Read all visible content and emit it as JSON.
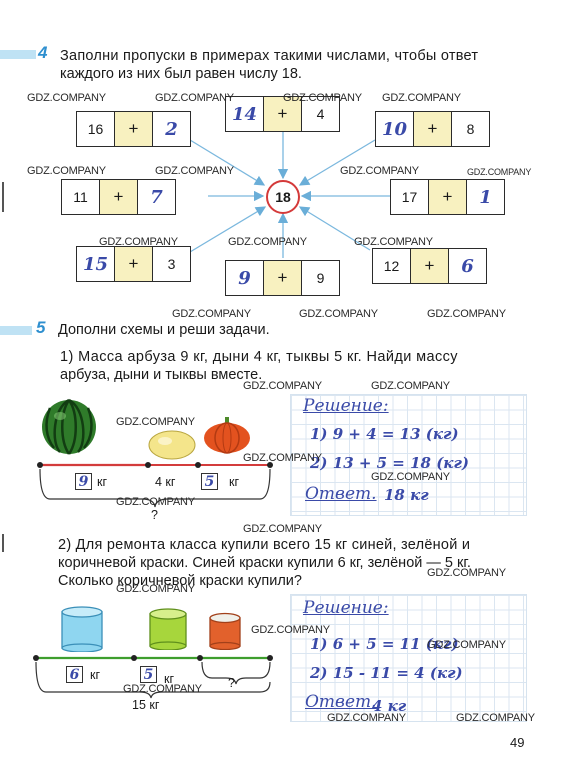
{
  "task4": {
    "number": "4",
    "text_line1": "Заполни пропуски в примерах такими числами, чтобы ответ",
    "text_line2": "каждого из них был равен числу 18.",
    "center": "18",
    "boxes": [
      {
        "a": "16",
        "op": "+",
        "b": "2"
      },
      {
        "a": "14",
        "op": "+",
        "b": "4"
      },
      {
        "a": "10",
        "op": "+",
        "b": "8"
      },
      {
        "a": "11",
        "op": "+",
        "b": "7"
      },
      {
        "a": "17",
        "op": "+",
        "b": "1"
      },
      {
        "a": "15",
        "op": "+",
        "b": "3"
      },
      {
        "a": "9",
        "op": "+",
        "b": "9"
      },
      {
        "a": "12",
        "op": "+",
        "b": "6"
      }
    ]
  },
  "task5": {
    "number": "5",
    "title": "Дополни схемы и реши задачи.",
    "p1_line1": "1) Масса арбуза 9 кг, дыни 4 кг, тыквы 5 кг. Найди массу",
    "p1_line2": "арбуза, дыни и тыквы вместе.",
    "scheme1": {
      "v1": "9",
      "u1": "кг",
      "v2": "4 кг",
      "v3": "5",
      "u3": "кг",
      "q": "?"
    },
    "solution_label": "Решение:",
    "sol1_line1": "1)  9 + 4 = 13 (кг)",
    "sol1_line2": "2)  13 + 5 = 18 (кг)",
    "answer_label": "Ответ.",
    "answer1": "18 кг",
    "p2_line1": "2) Для ремонта класса купили всего 15 кг синей, зелёной и",
    "p2_line2": "коричневой краски. Синей краски купили 6 кг, зелёной — 5 кг.",
    "p2_line3": "Сколько коричневой краски купили?",
    "scheme2": {
      "v1": "6",
      "u1": "кг",
      "v2": "5",
      "u2": "кг",
      "q": "?",
      "total": "15 кг"
    },
    "sol2_line1": "1)  6 + 5 = 11 (кг)",
    "sol2_line2": "2)  15 - 11 = 4 (кг)",
    "answer2": "4 кг"
  },
  "watermark": "GDZ.COMPANY",
  "page_number": "49"
}
